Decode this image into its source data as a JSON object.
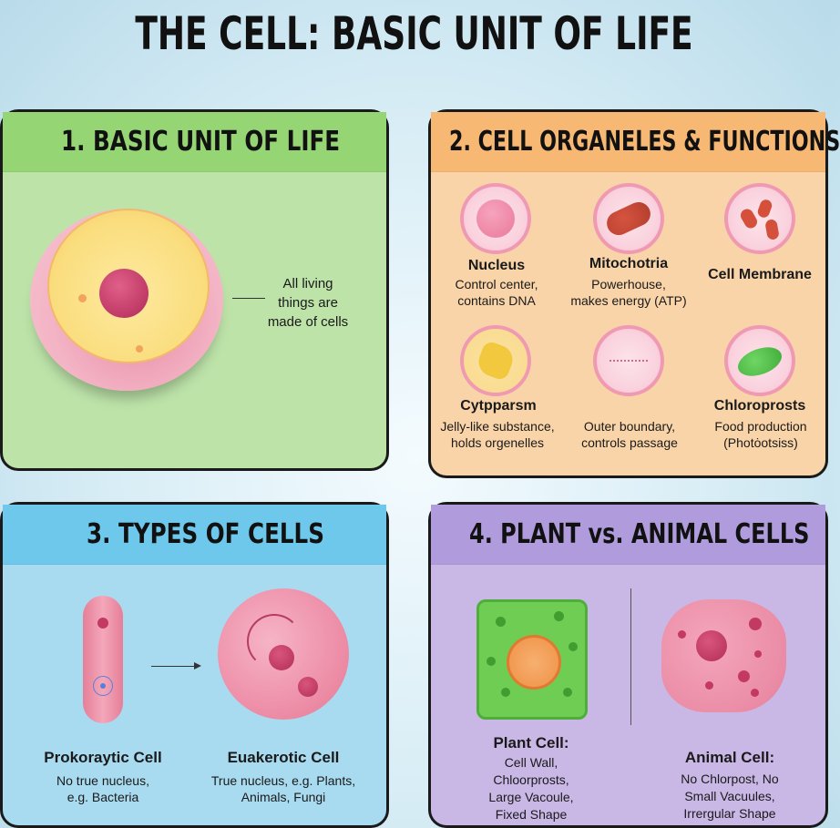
{
  "title": "THE CELL: BASIC UNIT OF LIFE",
  "panels": {
    "basic": {
      "title": "1. BASIC UNIT OF LIFE",
      "caption_lines": [
        "All living",
        "things are",
        "made of cells"
      ]
    },
    "organelles": {
      "title": "2. CELL ORGANELES & FUNCTIONS",
      "items": [
        {
          "label": "Nucleus",
          "desc": [
            "Control center,",
            "contains DNA"
          ]
        },
        {
          "label": "Mitochotria",
          "desc": [
            "Powerhouse,",
            "makes energy (ATP)"
          ]
        },
        {
          "label": "Cell Membrane",
          "desc": []
        },
        {
          "label": "Cytpparsm",
          "desc": [
            "Jelly-like substance,",
            "holds orgenelles"
          ]
        },
        {
          "label": "",
          "desc": [
            "Outer boundary,",
            "controls passage"
          ]
        },
        {
          "label": "Chloroprosts",
          "desc": [
            "Food production",
            "(Photȯotsiss)"
          ]
        }
      ]
    },
    "types": {
      "title": "3. TYPES OF CELLS",
      "prokaryotic": {
        "label": "Prokoraytic Cell",
        "desc": [
          "No true nucleus,",
          "e.g. Bacteria"
        ]
      },
      "eukaryotic": {
        "label": "Euakerotic Cell",
        "desc": [
          "True nucleus, e.g. Plants,",
          "Animals, Fungi"
        ]
      }
    },
    "plant_animal": {
      "title": "4. PLANT vs. ANIMAL CELLS",
      "plant": {
        "label": "Plant Cell:",
        "desc": [
          "Cell Wall,",
          "Chloorprosts,",
          "Large Vacoule,",
          "Fixed Shape"
        ]
      },
      "animal": {
        "label": "Animal Cell:",
        "desc": [
          "No Chlorpost, No",
          "Small Vacuules,",
          "Irrergular Shape"
        ]
      }
    }
  },
  "colors": {
    "panel1": "#bde3a9",
    "panel2": "#f9d4a8",
    "panel3": "#a8dbf0",
    "panel4": "#c9b8e6"
  }
}
